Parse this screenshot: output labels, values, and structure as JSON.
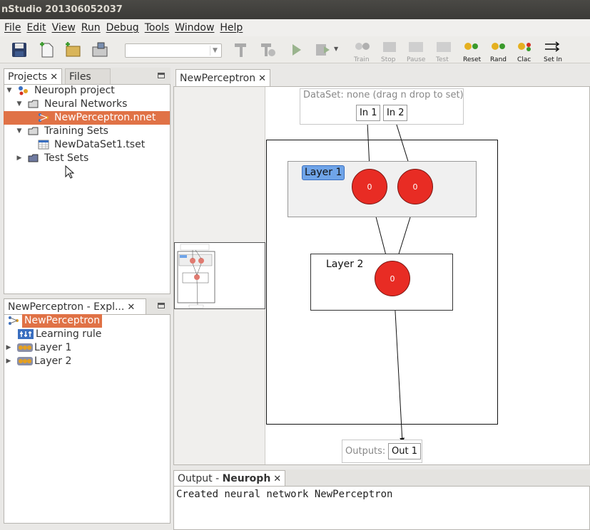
{
  "window": {
    "title": "nStudio 201306052037"
  },
  "menus": [
    "File",
    "Edit",
    "View",
    "Run",
    "Debug",
    "Tools",
    "Window",
    "Help"
  ],
  "toolbar": {
    "buttons": [
      "Train",
      "Stop",
      "Pause",
      "Test",
      "Reset",
      "Rand",
      "Clac",
      "Set In"
    ],
    "colors": {
      "enabled": "#111111",
      "disabled": "#999999"
    }
  },
  "projects_panel": {
    "tabs": [
      "Projects",
      "Files"
    ],
    "tree": {
      "root": "Neuroph project",
      "neural_networks": "Neural Networks",
      "network_file": "NewPerceptron.nnet",
      "training_sets": "Training Sets",
      "training_file": "NewDataSet1.tset",
      "test_sets": "Test Sets"
    }
  },
  "explorer_panel": {
    "tab": "NewPerceptron - Expl...",
    "items": [
      "NewPerceptron",
      "Learning rule",
      "Layer 1",
      "Layer 2"
    ]
  },
  "editor": {
    "tab": "NewPerceptron",
    "dataset_label": "DataSet: none (drag n drop to set)",
    "inputs": [
      "In 1",
      "In 2"
    ],
    "layer1_label": "Layer 1",
    "layer2_label": "Layer 2",
    "neuron_values": [
      "0",
      "0",
      "0"
    ],
    "outputs_label": "Outputs:",
    "output_name": "Out 1",
    "colors": {
      "neuron": "#e82c24",
      "layer_tag": "#6fa4e8",
      "selection": "#e07246"
    }
  },
  "output_panel": {
    "tab_prefix": "Output - ",
    "tab_name": "Neuroph",
    "message": "Created neural network NewPerceptron"
  }
}
